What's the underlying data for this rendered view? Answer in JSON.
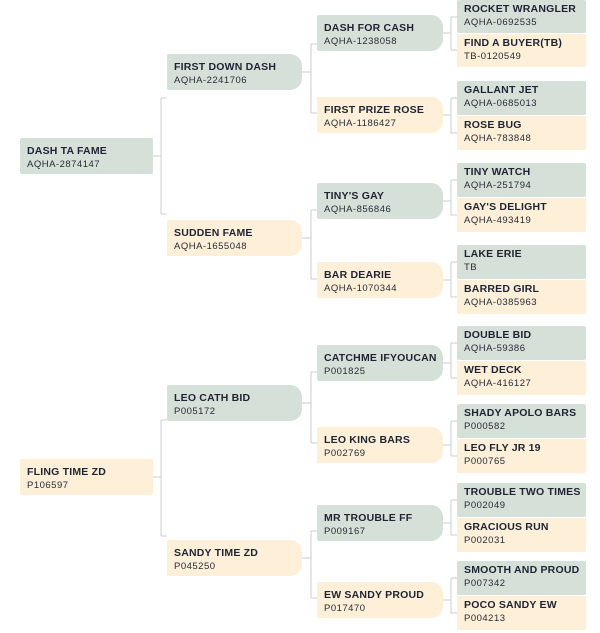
{
  "colors": {
    "male": "#d5e1d8",
    "female": "#fdefd8",
    "connector": "#c9cdd2"
  },
  "pedigree": [
    {
      "name": "DASH TA FAME",
      "reg": "AQHA-2874147",
      "sire": {
        "name": "FIRST DOWN DASH",
        "reg": "AQHA-2241706",
        "sire": {
          "name": "DASH FOR CASH",
          "reg": "AQHA-1238058",
          "sire": {
            "name": "ROCKET WRANGLER",
            "reg": "AQHA-0692535"
          },
          "dam": {
            "name": "FIND A BUYER(TB)",
            "reg": "TB-0120549"
          }
        },
        "dam": {
          "name": "FIRST PRIZE ROSE",
          "reg": "AQHA-1186427",
          "sire": {
            "name": "GALLANT JET",
            "reg": "AQHA-0685013"
          },
          "dam": {
            "name": "ROSE BUG",
            "reg": "AQHA-783848"
          }
        }
      },
      "dam": {
        "name": "SUDDEN FAME",
        "reg": "AQHA-1655048",
        "sire": {
          "name": "TINY'S GAY",
          "reg": "AQHA-856846",
          "sire": {
            "name": "TINY WATCH",
            "reg": "AQHA-251794"
          },
          "dam": {
            "name": "GAY'S DELIGHT",
            "reg": "AQHA-493419"
          }
        },
        "dam": {
          "name": "BAR DEARIE",
          "reg": "AQHA-1070344",
          "sire": {
            "name": "LAKE ERIE",
            "reg": "TB"
          },
          "dam": {
            "name": "BARRED GIRL",
            "reg": "AQHA-0385963"
          }
        }
      }
    },
    {
      "name": "FLING TIME ZD",
      "reg": "P106597",
      "sire": {
        "name": "LEO CATH BID",
        "reg": "P005172",
        "sire": {
          "name": "CATCHME IFYOUCAN",
          "reg": "P001825",
          "sire": {
            "name": "DOUBLE BID",
            "reg": "AQHA-59386"
          },
          "dam": {
            "name": "WET DECK",
            "reg": "AQHA-416127"
          }
        },
        "dam": {
          "name": "LEO KING BARS",
          "reg": "P002769",
          "sire": {
            "name": "SHADY APOLO BARS",
            "reg": "P000582"
          },
          "dam": {
            "name": "LEO FLY JR 19",
            "reg": "P000765"
          }
        }
      },
      "dam": {
        "name": "SANDY TIME ZD",
        "reg": "P045250",
        "sire": {
          "name": "MR TROUBLE FF",
          "reg": "P009167",
          "sire": {
            "name": "TROUBLE TWO TIMES",
            "reg": "P002049"
          },
          "dam": {
            "name": "GRACIOUS RUN",
            "reg": "P002031"
          }
        },
        "dam": {
          "name": "EW SANDY PROUD",
          "reg": "P017470",
          "sire": {
            "name": "SMOOTH AND PROUD",
            "reg": "P007342"
          },
          "dam": {
            "name": "POCO SANDY EW",
            "reg": "P004213"
          }
        }
      }
    }
  ]
}
